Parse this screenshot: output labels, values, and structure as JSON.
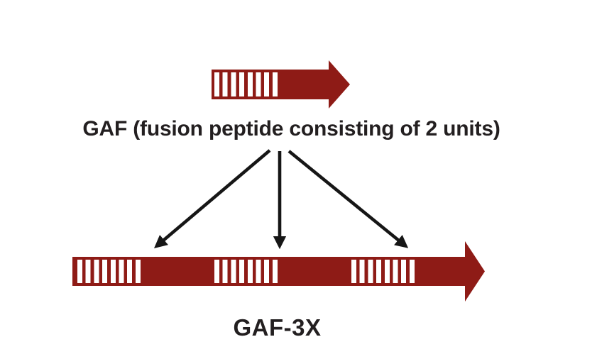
{
  "labels": {
    "top": "GAF (fusion peptide consisting of 2 units)",
    "bottom": "GAF-3X"
  },
  "colors": {
    "arrow-red": "#8e1b16",
    "stripe-white": "#ffffff",
    "connector-black": "#161616",
    "text-color": "#231f20",
    "background": "#ffffff"
  },
  "shapes": {
    "unit_arrow": "single GAF fusion-peptide arrow with one striped unit block",
    "gaf3x_arrow": "long GAF-3X arrow containing three striped unit blocks",
    "connectors": "three black arrows fanning from the GAF label down to the three unit blocks"
  }
}
